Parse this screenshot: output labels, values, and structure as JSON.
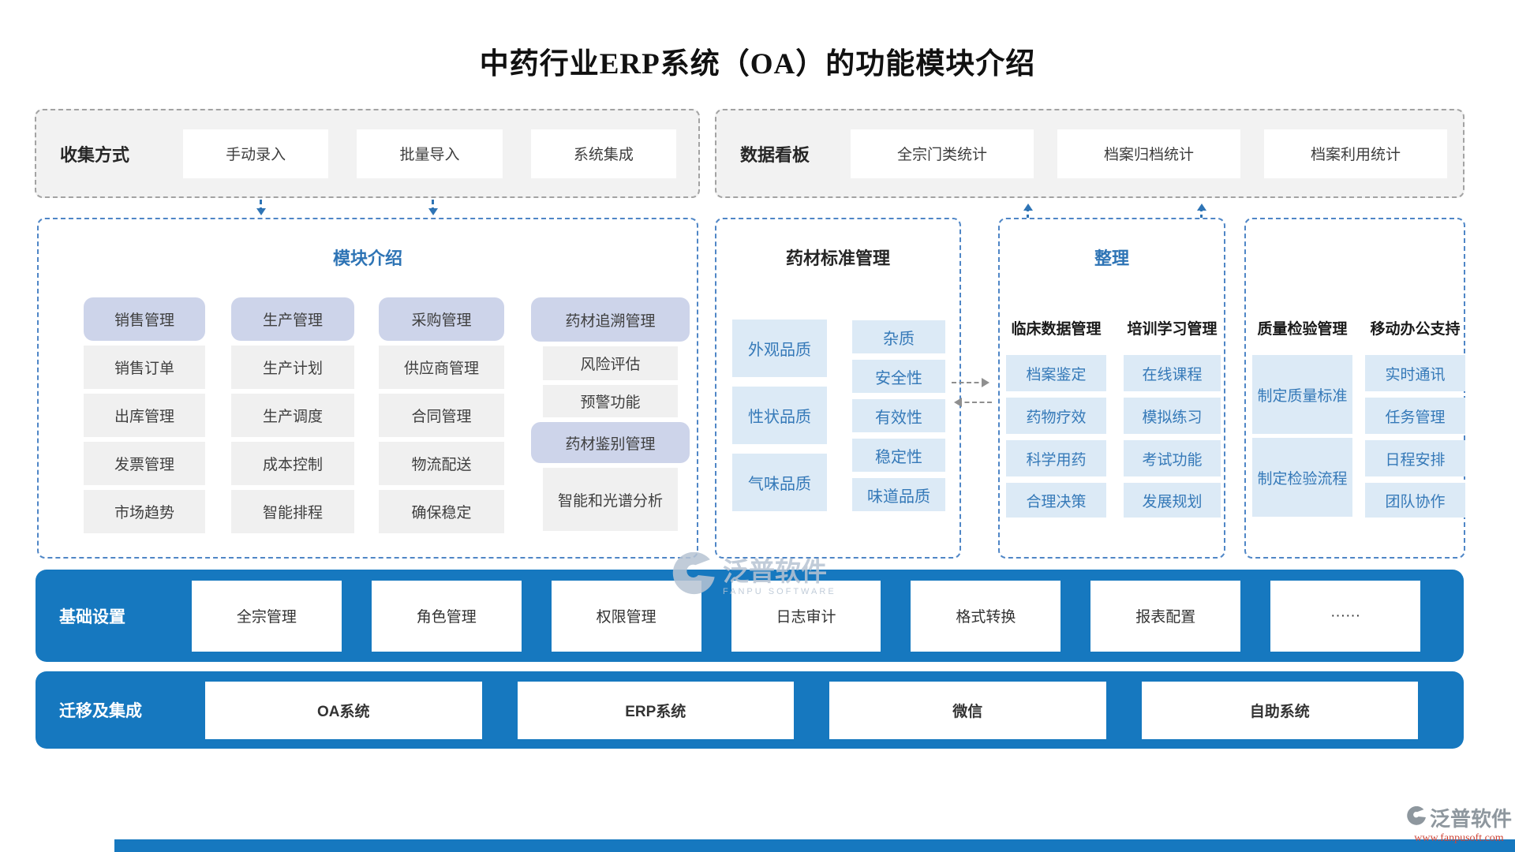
{
  "title": "中药行业ERP系统（OA）的功能模块介绍",
  "collect": {
    "label": "收集方式",
    "items": [
      "手动录入",
      "批量导入",
      "系统集成"
    ]
  },
  "dashboard": {
    "label": "数据看板",
    "items": [
      "全宗门类统计",
      "档案归档统计",
      "档案利用统计"
    ]
  },
  "modules": {
    "header": "模块介绍",
    "col1": [
      "销售管理",
      "销售订单",
      "出库管理",
      "发票管理",
      "市场趋势"
    ],
    "col2": [
      "生产管理",
      "生产计划",
      "生产调度",
      "成本控制",
      "智能排程"
    ],
    "col3": [
      "采购管理",
      "供应商管理",
      "合同管理",
      "物流配送",
      "确保稳定"
    ],
    "col4": [
      "药材追溯管理",
      "风险评估",
      "预警功能",
      "药材鉴别管理",
      "智能和光谱分析"
    ]
  },
  "standards": {
    "header": "药材标准管理",
    "left": [
      "外观品质",
      "性状品质",
      "气味品质"
    ],
    "right": [
      "杂质",
      "安全性",
      "有效性",
      "稳定性",
      "味道品质"
    ]
  },
  "organize": {
    "header": "整理",
    "clinical": {
      "header": "临床数据管理",
      "items": [
        "档案鉴定",
        "药物疗效",
        "科学用药",
        "合理决策"
      ]
    },
    "training": {
      "header": "培训学习管理",
      "items": [
        "在线课程",
        "模拟练习",
        "考试功能",
        "发展规划"
      ]
    }
  },
  "quality": {
    "inspection": {
      "header": "质量检验管理",
      "items": [
        "制定质量标准",
        "制定检验流程"
      ]
    },
    "mobile": {
      "header": "移动办公支持",
      "items": [
        "实时通讯",
        "任务管理",
        "日程安排",
        "团队协作"
      ]
    }
  },
  "basic": {
    "label": "基础设置",
    "items": [
      "全宗管理",
      "角色管理",
      "权限管理",
      "日志审计",
      "格式转换",
      "报表配置",
      "······"
    ]
  },
  "migration": {
    "label": "迁移及集成",
    "items": [
      "OA系统",
      "ERP系统",
      "微信",
      "自助系统"
    ]
  },
  "watermark": {
    "brand": "泛普软件",
    "brand_en": "FANPU SOFTWARE",
    "url": "www.fanpusoft.com"
  },
  "colors": {
    "bar_blue": "#1678bf",
    "accent_blue": "#2e74b5",
    "lavender": "#cdd4ea",
    "cell_gray": "#f0f0f0",
    "item_blue_bg": "#dceaf6",
    "item_blue_text": "#3579b8",
    "gray_box_bg": "#f2f2f2",
    "url_red": "#cf4436"
  }
}
